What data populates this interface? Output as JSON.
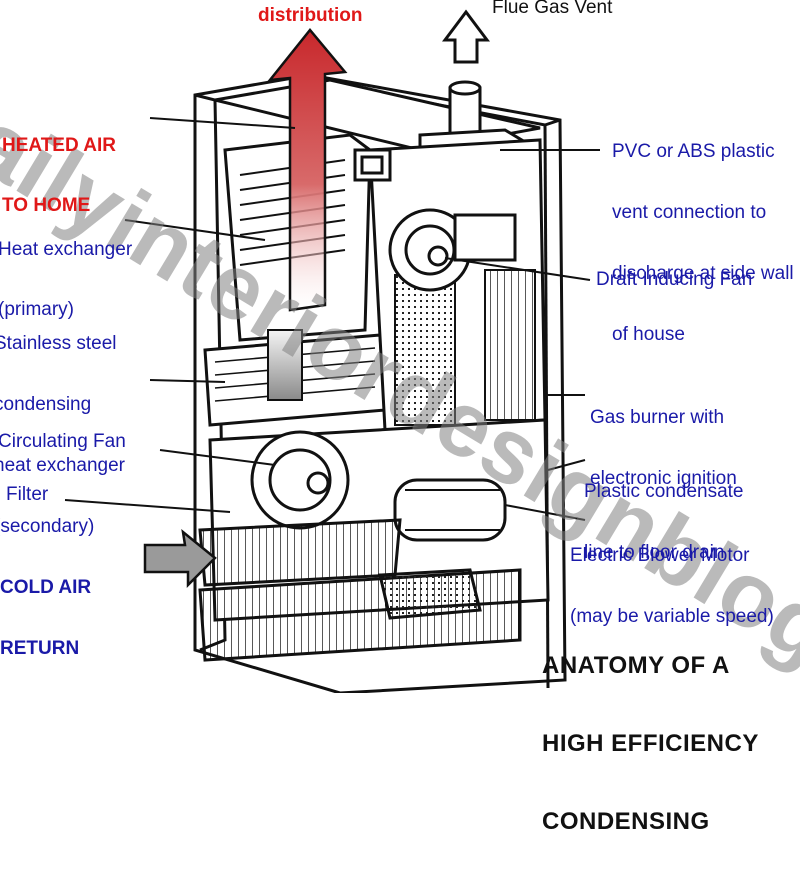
{
  "diagram": {
    "title_lines": [
      "ANATOMY OF A",
      "HIGH EFFICIENCY",
      "CONDENSING"
    ],
    "top_labels": {
      "distribution": "distribution",
      "flue_gas_vent": "Flue Gas Vent"
    },
    "left_labels": {
      "heated_air": [
        "HEATED AIR",
        "TO HOME"
      ],
      "heat_exchanger_primary": [
        "Heat exchanger",
        "(primary)"
      ],
      "stainless_condensing": [
        "Stainless steel",
        "condensing",
        "heat exchanger",
        "(secondary)"
      ],
      "circulating_fan": "Circulating Fan",
      "filter": "Filter",
      "cold_air_return": [
        "COLD AIR",
        "RETURN"
      ]
    },
    "right_labels": {
      "pvc_vent": [
        "PVC or ABS plastic",
        "vent connection to",
        "discharge at side wall",
        "of house"
      ],
      "draft_fan": "Draft Inducing Fan",
      "gas_burner": [
        "Gas burner with",
        "electronic ignition"
      ],
      "condensate": [
        "Plastic condensate",
        "line to floor drain"
      ],
      "blower_motor": [
        "Electric Blower Motor",
        "(may be variable speed)"
      ]
    },
    "watermark": "dailyinteriordesignblog.com",
    "colors": {
      "label_blue": "#1a1aa8",
      "label_red": "#e01818",
      "hot_arrow": "#c8282c",
      "line": "#111111"
    }
  }
}
